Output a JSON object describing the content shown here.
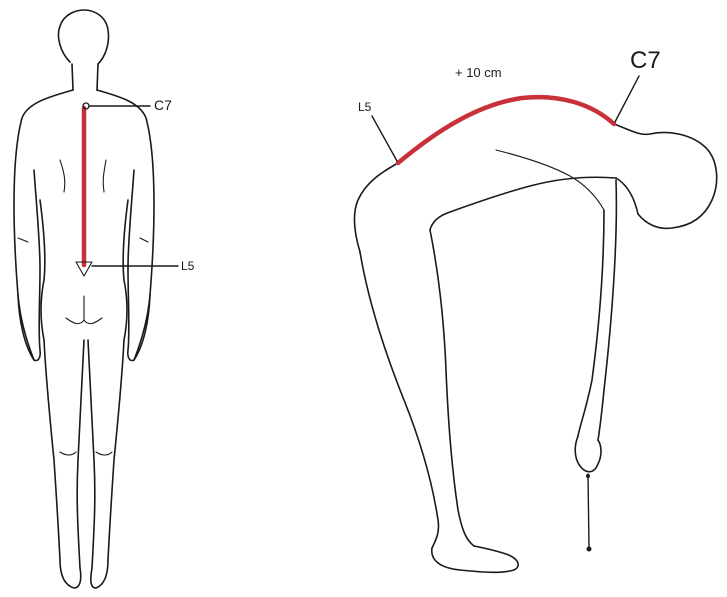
{
  "colors": {
    "line": "#1a1a1a",
    "spine": "#c8303a",
    "background": "#ffffff"
  },
  "left_figure": {
    "labels": {
      "top": "C7",
      "bottom": "L5"
    }
  },
  "right_figure": {
    "labels": {
      "top": "C7",
      "bottom": "L5",
      "measurement": "+ 10 cm"
    }
  }
}
